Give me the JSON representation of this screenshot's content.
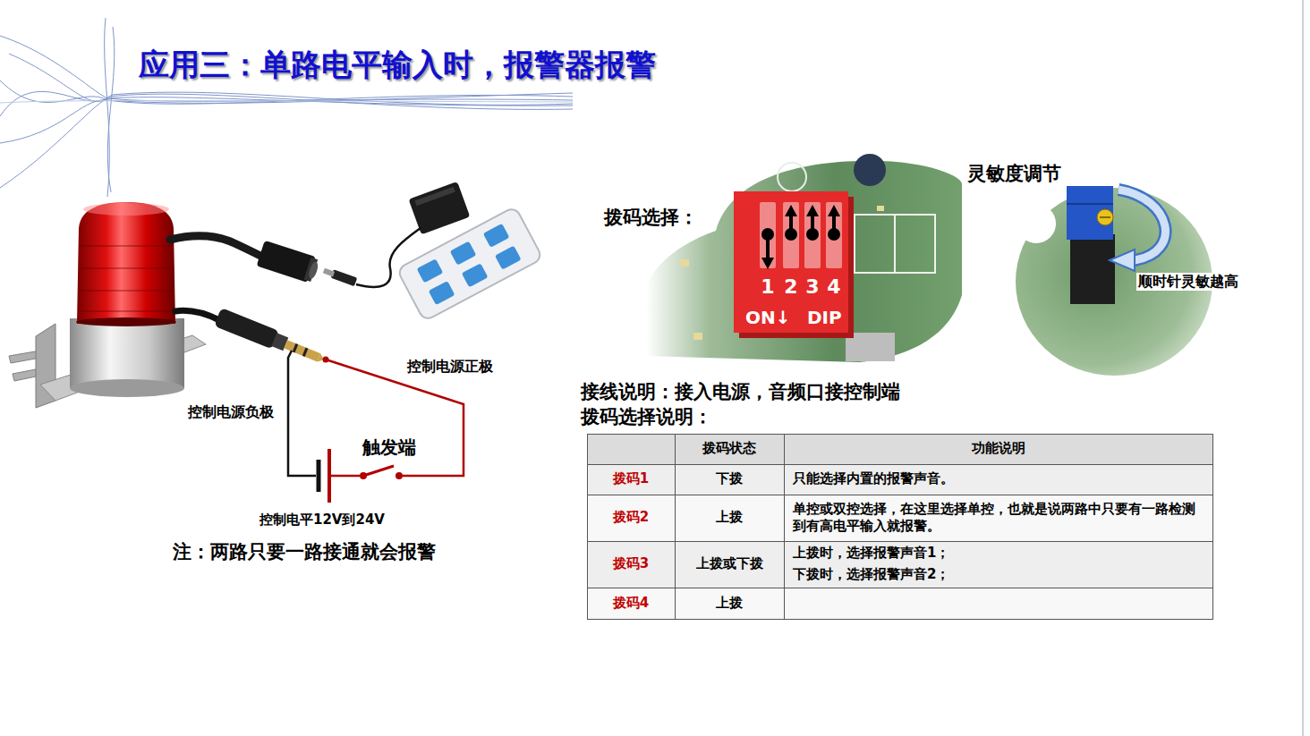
{
  "diagram": {
    "title": "应用三：单路电平输入时，报警器报警",
    "labels": [
      "控制电源正极",
      "控制电源负极",
      "触发端",
      "控制电平12V到24V",
      "注：两路只要一路接通就会报警",
      "拨码选择：",
      "1",
      "2",
      "3",
      "4",
      "ON↓",
      "DIP",
      "灵敏度调节",
      "顺时针灵敏越高",
      "接线说明：接入电源，音频口接控制端",
      "拨码选择说明：",
      "拨码状态",
      "功能说明",
      "拨码1",
      "下拨",
      "只能选择内置的报警声音。",
      "拨码2",
      "上拨",
      "单控或双控选择，在这里选择单控，也就是说两路中只要有一路检测到有高电平输入就报警。",
      "拨码3",
      "上拨或下拨",
      "上拨时，选择报警声音1；",
      "下拨时，选择报警声音2；",
      "拨码4",
      "上拨"
    ]
  }
}
